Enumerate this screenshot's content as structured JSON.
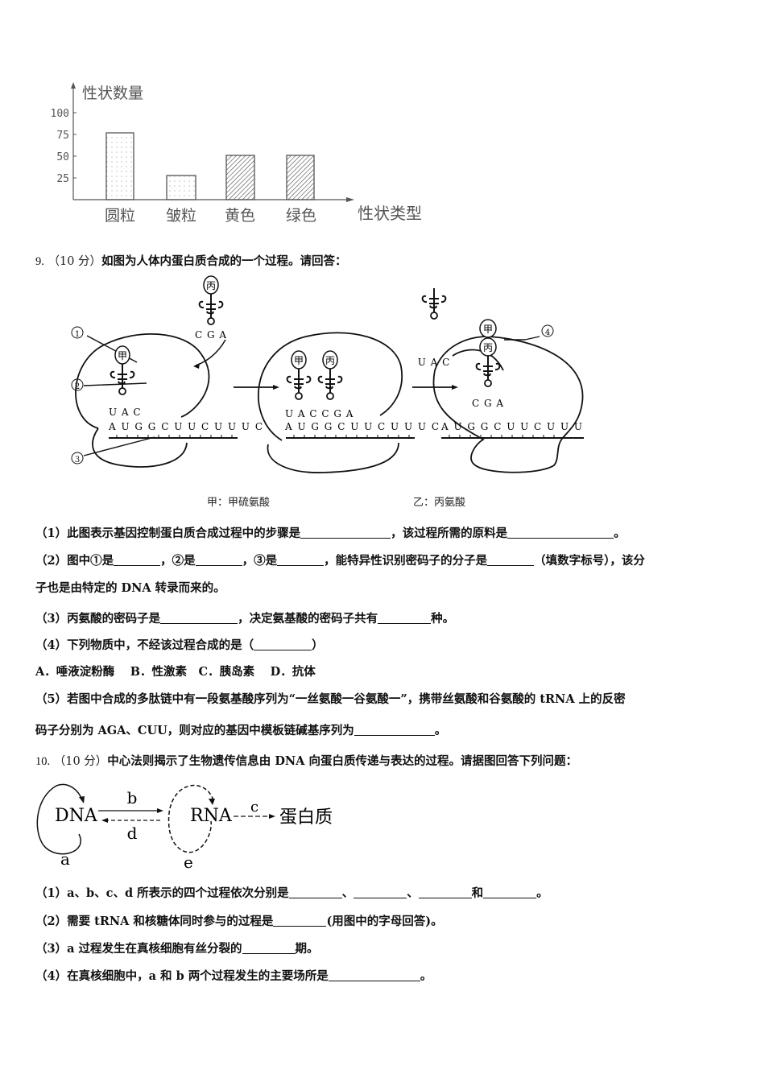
{
  "chart_data": {
    "type": "bar",
    "title": "",
    "ylabel": "性状数量",
    "xlabel": "性状类型",
    "categories": [
      "圆粒",
      "皱粒",
      "黄色",
      "绿色"
    ],
    "values": [
      75,
      25,
      50,
      50
    ],
    "yticks": [
      25,
      50,
      75,
      100
    ],
    "ylim": [
      0,
      100
    ],
    "patterns": [
      "dotted",
      "dotted",
      "hatched",
      "hatched"
    ],
    "grid": false,
    "legend": "none"
  },
  "q9": {
    "number": "9.",
    "points": "（10 分）",
    "stem": "如图为人体内蛋白质合成的一个过程。请回答：",
    "diagram": {
      "markers": [
        "①",
        "②",
        "③",
        "④"
      ],
      "amino_jia": "甲",
      "amino_bing": "丙",
      "anticodon_jia": "U A C",
      "anticodon_bing": "C G A",
      "panel2_anticodons": "U A C C G A",
      "released_anticodon": "U A C",
      "mrna": "A U G G C U U C U U U C",
      "legend_jia": "甲：甲硫氨酸",
      "legend_yi": "乙：丙氨酸"
    },
    "sub1_a": "（1）此图表示基因控制蛋白质合成过程中的步骤是",
    "sub1_b": "，该过程所需的原料是",
    "sub1_c": "。",
    "sub2_a": "（2）图中①是",
    "sub2_b": "，②是",
    "sub2_c": "，③是",
    "sub2_d": "，能特异性识别密码子的分子是",
    "sub2_e": "（填数字标号），该分",
    "sub2_line2": "子也是由特定的 DNA 转录而来的。",
    "sub3_a": "（3）丙氨酸的密码子是",
    "sub3_b": "，决定氨基酸的密码子共有",
    "sub3_c": "种。",
    "sub4_a": "（4）下列物质中，不经该过程合成的是（",
    "sub4_b": "）",
    "options": "A．唾液淀粉酶　 B．性激素　C．胰岛素　 D．抗体",
    "sub5_line1": "（5）若图中合成的多肽链中有一段氨基酸序列为“一丝氨酸一谷氨酸一”，携带丝氨酸和谷氨酸的 tRNA 上的反密",
    "sub5_line2_a": "码子分别为 AGA、CUU，则对应的基因中模板链碱基序列为",
    "sub5_line2_b": "。"
  },
  "q10": {
    "number": "10.",
    "points": "（10 分）",
    "stem": "中心法则揭示了生物遗传信息由 DNA 向蛋白质传递与表达的过程。请据图回答下列问题：",
    "diagram": {
      "dna": "DNA",
      "rna": "RNA",
      "protein": "蛋白质",
      "labels": [
        "a",
        "b",
        "c",
        "d",
        "e"
      ]
    },
    "sub1_a": "（1）a、b、c、d 所表示的四个过程依次分别是",
    "sub1_sep": "、",
    "sub1_and": "和",
    "sub1_end": "。",
    "sub2_a": "（2）需要 tRNA 和核糖体同时参与的过程是",
    "sub2_b": "(用图中的字母回答)。",
    "sub3_a": "（3）a 过程发生在真核细胞有丝分裂的",
    "sub3_b": "期。",
    "sub4_a": "（4）在真核细胞中，a 和 b 两个过程发生的主要场所是",
    "sub4_b": "。"
  }
}
